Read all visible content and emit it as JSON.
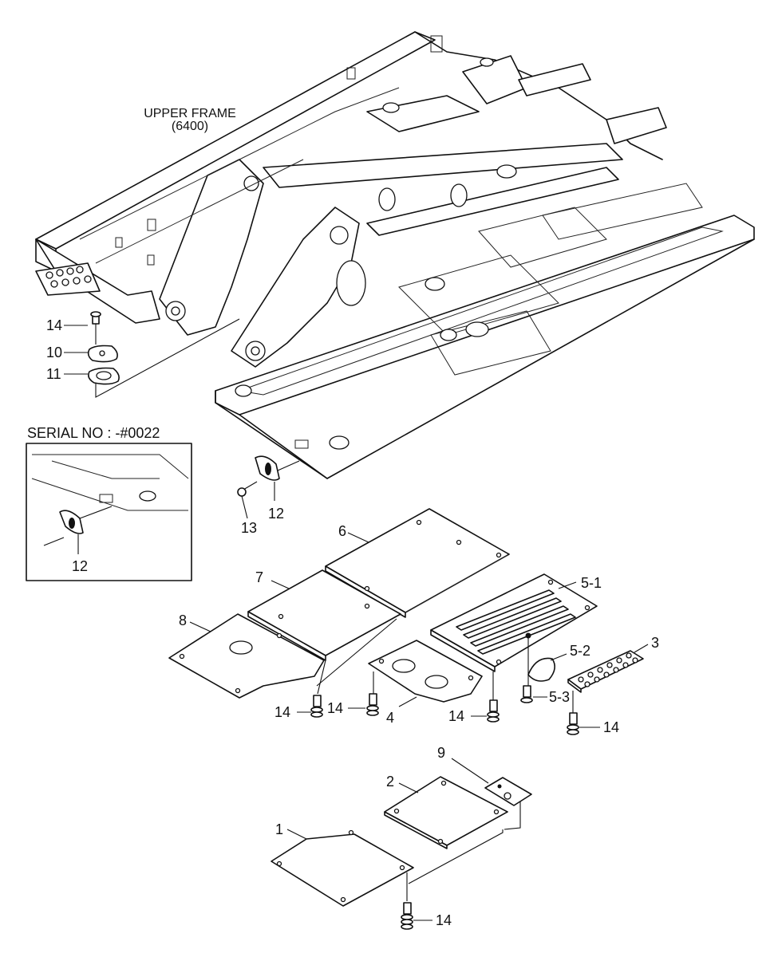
{
  "frame": {
    "title_line1": "UPPER FRAME",
    "title_line2": "(6400)"
  },
  "serial_inset": {
    "title": "SERIAL NO : -#0022",
    "part_label": "12"
  },
  "callouts": {
    "p1": "1",
    "p2": "2",
    "p3": "3",
    "p4": "4",
    "p5_1": "5-1",
    "p5_2": "5-2",
    "p5_3": "5-3",
    "p6": "6",
    "p7": "7",
    "p8": "8",
    "p9": "9",
    "p10": "10",
    "p11": "11",
    "p12": "12",
    "p13": "13",
    "p14": "14"
  }
}
